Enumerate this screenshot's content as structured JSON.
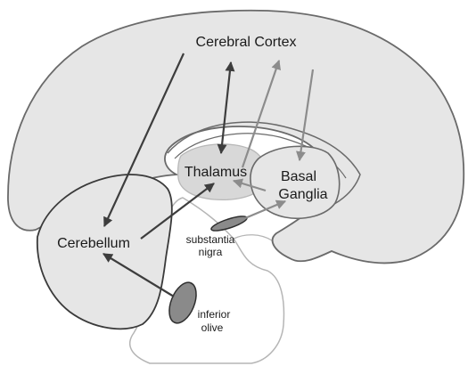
{
  "labels": {
    "cortex": "Cerebral Cortex",
    "thalamus": "Thalamus",
    "basal_line1": "Basal",
    "basal_line2": "Ganglia",
    "cerebellum": "Cerebellum",
    "nigra_line1": "substantia",
    "nigra_line2": "nigra",
    "olive_line1": "inferior",
    "olive_line2": "olive"
  },
  "colors": {
    "region_fill": "#e6e6e6",
    "outline": "#6a6a6a",
    "dark_arrow": "#3d3d3d",
    "gray_arrow": "#8c8c8c",
    "nucleus_fill": "#8a8a8a"
  }
}
